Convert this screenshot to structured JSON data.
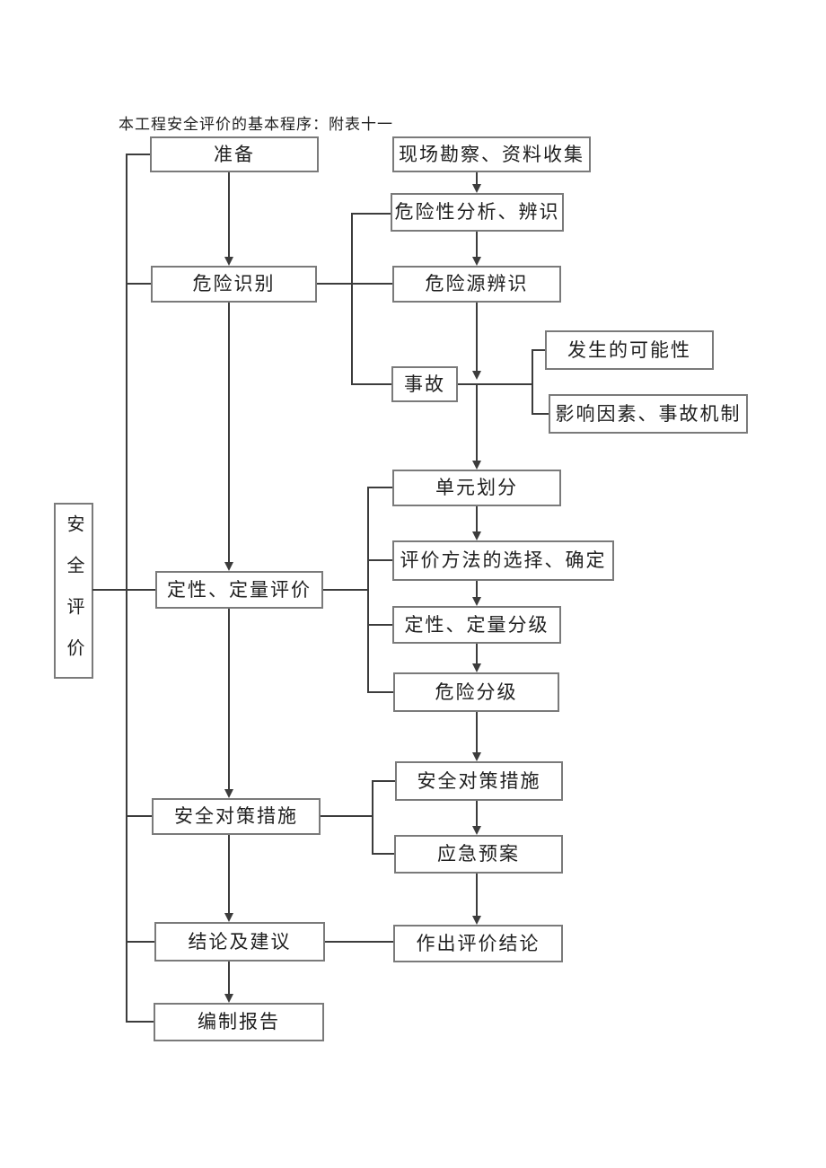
{
  "title": "本工程安全评价的基本程序：附表十一",
  "colors": {
    "line": "#3c3c3c",
    "border": "#7a7a7a",
    "text": "#1f1f1f",
    "bg": "#ffffff"
  },
  "nodes": {
    "safety_evaluation": {
      "label": "安全评价"
    },
    "preparation": {
      "label": "准备"
    },
    "hazard_identification": {
      "label": "危险识别"
    },
    "qualitative_quantitative_evaluation": {
      "label": "定性、定量评价"
    },
    "safety_countermeasures_left": {
      "label": "安全对策措施"
    },
    "conclusions_and_suggestions": {
      "label": "结论及建议"
    },
    "report_compilation": {
      "label": "编制报告"
    },
    "site_survey_data_collection": {
      "label": "现场勘察、资料收集"
    },
    "risk_analysis_identification": {
      "label": "危险性分析、辨识"
    },
    "hazard_source_identification": {
      "label": "危险源辨识"
    },
    "accident": {
      "label": "事故"
    },
    "occurrence_possibility": {
      "label": "发生的可能性"
    },
    "influencing_factors_accident_mechanism": {
      "label": "影响因素、事故机制"
    },
    "unit_division": {
      "label": "单元划分"
    },
    "evaluation_method_selection": {
      "label": "评价方法的选择、确定"
    },
    "qualitative_quantitative_grading": {
      "label": "定性、定量分级"
    },
    "hazard_grading": {
      "label": "危险分级"
    },
    "safety_countermeasures_right": {
      "label": "安全对策措施"
    },
    "emergency_plan": {
      "label": "应急预案"
    },
    "evaluation_conclusion": {
      "label": "作出评价结论"
    }
  }
}
